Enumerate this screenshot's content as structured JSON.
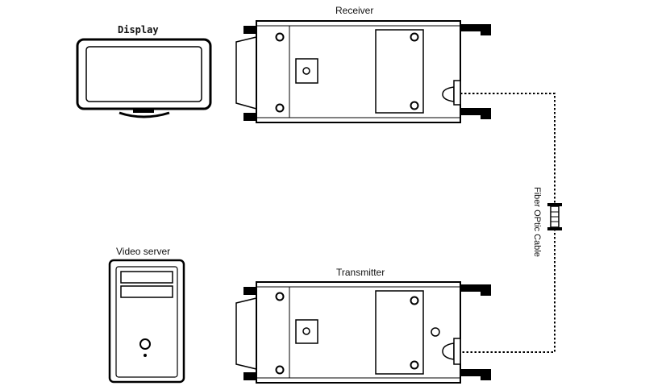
{
  "labels": {
    "display": "Display",
    "receiver": "Receiver",
    "video_server": "Video server",
    "transmitter": "Transmitter",
    "fiber_cable": "Fiber OPtic Cable"
  },
  "components": {
    "display": {
      "icon": "monitor-icon"
    },
    "video_server": {
      "icon": "pc-tower-icon"
    },
    "receiver": {
      "icon": "fiber-converter-icon"
    },
    "transmitter": {
      "icon": "fiber-converter-icon"
    },
    "cable": {
      "icon": "fiber-cable-icon",
      "style": "dotted"
    }
  },
  "colors": {
    "stroke": "#000000",
    "background": "#ffffff"
  }
}
